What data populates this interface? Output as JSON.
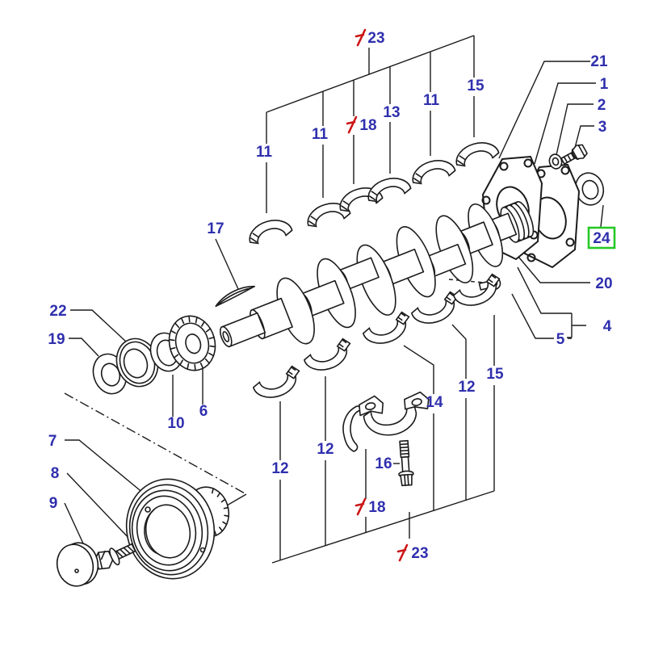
{
  "figure": {
    "description": "Exploded parts diagram of a crankshaft assembly with numbered callouts"
  },
  "colors": {
    "label": "#2f2fae",
    "flag": "#cc1616",
    "highlight_box": "#26c826",
    "line": "#1b1b1b",
    "background": "#ffffff"
  },
  "callouts": {
    "c23_top": {
      "label": "23",
      "flagged": true
    },
    "c11_a": {
      "label": "11"
    },
    "c11_b": {
      "label": "11"
    },
    "c18_top": {
      "label": "18",
      "flagged": true
    },
    "c13": {
      "label": "13"
    },
    "c11_c": {
      "label": "11"
    },
    "c15_top": {
      "label": "15"
    },
    "c21": {
      "label": "21"
    },
    "c1": {
      "label": "1"
    },
    "c2": {
      "label": "2"
    },
    "c3": {
      "label": "3"
    },
    "c24": {
      "label": "24",
      "highlighted": true
    },
    "c20": {
      "label": "20"
    },
    "c4": {
      "label": "4"
    },
    "c5": {
      "label": "5"
    },
    "c17": {
      "label": "17"
    },
    "c22": {
      "label": "22"
    },
    "c19": {
      "label": "19"
    },
    "c10": {
      "label": "10"
    },
    "c6": {
      "label": "6"
    },
    "c7": {
      "label": "7"
    },
    "c8": {
      "label": "8"
    },
    "c9": {
      "label": "9"
    },
    "c12_a": {
      "label": "12"
    },
    "c12_b": {
      "label": "12"
    },
    "c14": {
      "label": "14"
    },
    "c12_c": {
      "label": "12"
    },
    "c15_b": {
      "label": "15"
    },
    "c16": {
      "label": "16"
    },
    "c18_b": {
      "label": "18",
      "flagged": true
    },
    "c23_b": {
      "label": "23",
      "flagged": true
    }
  }
}
